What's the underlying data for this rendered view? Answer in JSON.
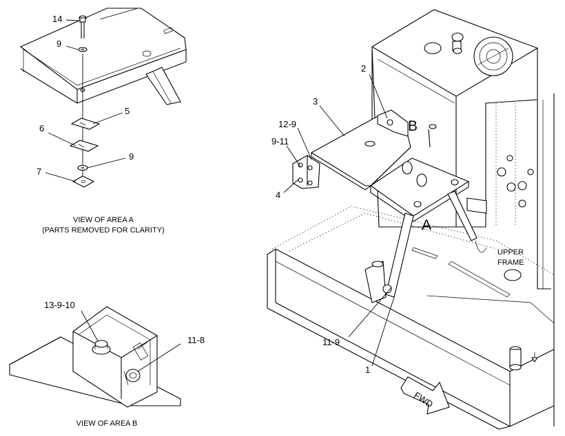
{
  "callouts": {
    "a_14": "14",
    "a_9_top": "9",
    "a_5": "5",
    "a_6": "6",
    "a_9_bottom": "9",
    "a_7": "7",
    "b_13_9_10": "13-9-10",
    "b_11_8": "11-8",
    "m_2": "2",
    "m_3": "3",
    "m_12_9": "12-9",
    "m_9_11": "9-11",
    "m_4": "4",
    "m_11_9": "11-9",
    "m_1": "1"
  },
  "area_labels": {
    "a": "A",
    "b": "B"
  },
  "captions": {
    "view_a_line1": "VIEW OF AREA A",
    "view_a_line2": "(PARTS REMOVED FOR CLARITY)",
    "view_b": "VIEW OF AREA B",
    "upper_frame_line1": "UPPER",
    "upper_frame_line2": "FRAME",
    "fwd": "FWD"
  }
}
